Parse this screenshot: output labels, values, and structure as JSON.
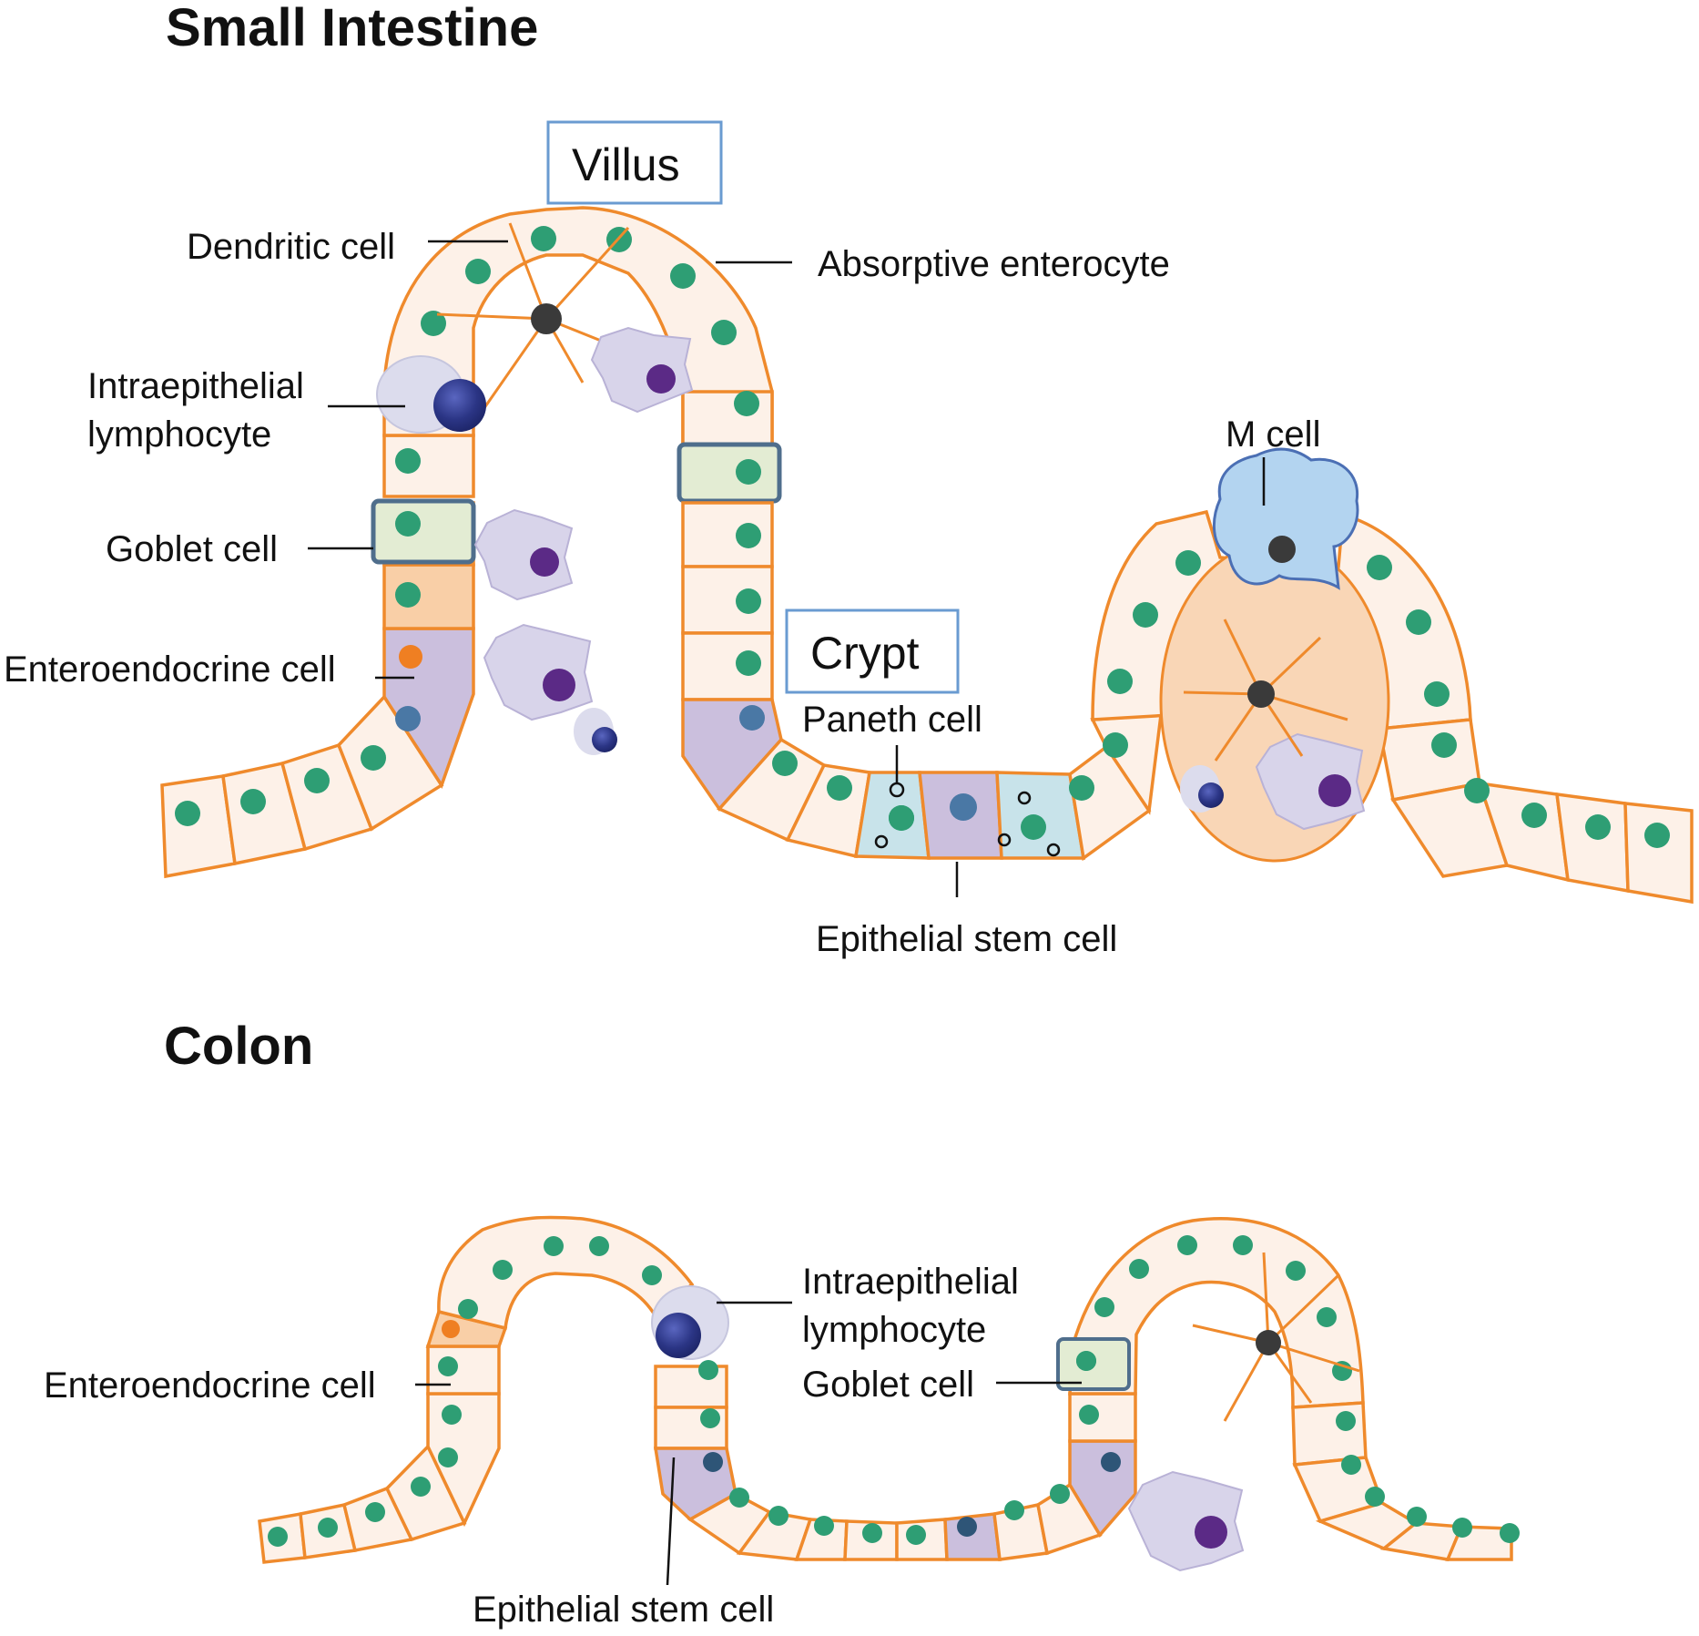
{
  "titles": {
    "small_intestine": "Small Intestine",
    "colon": "Colon"
  },
  "region_boxes": {
    "villus": "Villus",
    "crypt": "Crypt"
  },
  "small_intestine_labels": {
    "dendritic_cell": "Dendritic cell",
    "absorptive_enterocyte": "Absorptive enterocyte",
    "iel_line1": "Intraepithelial",
    "iel_line2": "lymphocyte",
    "goblet_cell": "Goblet cell",
    "enteroendocrine_cell": "Enteroendocrine cell",
    "m_cell": "M cell",
    "paneth_cell": "Paneth cell",
    "epithelial_stem_cell": "Epithelial stem cell"
  },
  "colon_labels": {
    "iel_line1": "Intraepithelial",
    "iel_line2": "lymphocyte",
    "enteroendocrine_cell": "Enteroendocrine cell",
    "goblet_cell": "Goblet cell",
    "epithelial_stem_cell": "Epithelial stem cell"
  },
  "colors": {
    "cell_outline": "#ef8a2c",
    "cell_fill": "#fdf1e8",
    "nucleus": "#2e9e74",
    "goblet_fill": "#e3ecd3",
    "goblet_border": "#4f6e8c",
    "enteroendocrine_fill": "#f9cfa7",
    "enteroendocrine_nucleus": "#ef7f22",
    "stem_fill": "#cbbfdd",
    "stem_nucleus": "#4a78a5",
    "paneth_fill": "#c8e3ea",
    "m_cell_fill": "#b3d4f0",
    "m_cell_border": "#4b6fb4",
    "dark_nucleus": "#3a3a3a",
    "lymphocyte_nucleus": "#2b3585",
    "lymphocyte_halo": "#dcdced",
    "macrophage_fill": "#d8d4ea",
    "macrophage_nucleus": "#5b2a86",
    "box_border": "#6a9bd1"
  }
}
